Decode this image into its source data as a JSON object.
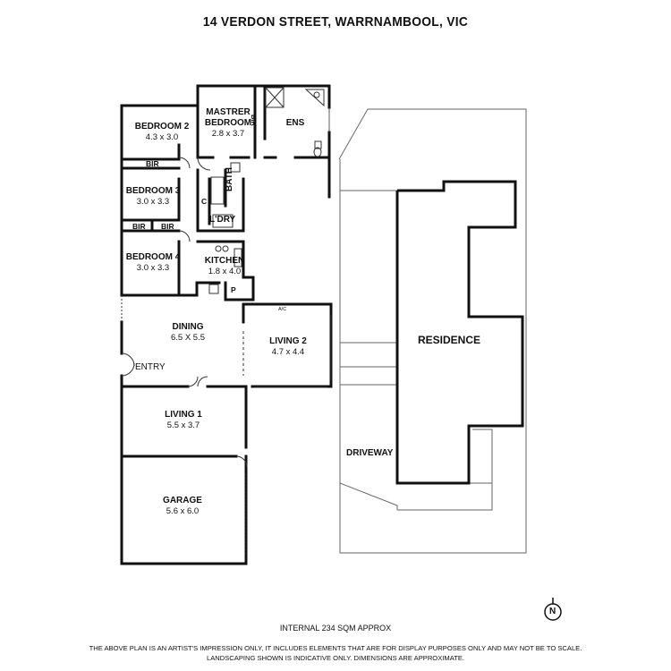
{
  "title": "14 VERDON STREET, WARRNAMBOOL, VIC",
  "rooms": {
    "master_bedroom": {
      "name_line1": "MASTRER",
      "name_line2": "BEDROOM",
      "dims": "2.8 x 3.7"
    },
    "bedroom2": {
      "name": "BEDROOM 2",
      "dims": "4.3 x 3.0"
    },
    "bedroom3": {
      "name": "BEDROOM 3",
      "dims": "3.0 x 3.3"
    },
    "bedroom4": {
      "name": "BEDROOM 4",
      "dims": "3.0 x 3.3"
    },
    "ensuite": {
      "name": "ENS"
    },
    "bath": {
      "name": "BATH"
    },
    "laundry": {
      "name": "L'DRY"
    },
    "kitchen": {
      "name": "KITCHEN",
      "dims": "1.8 x 4.0"
    },
    "dining": {
      "name": "DINING",
      "dims": "6.5 X 5.5"
    },
    "living2": {
      "name": "LIVING 2",
      "dims": "4.7 x 4.4"
    },
    "entry": {
      "name": "ENTRY"
    },
    "living1": {
      "name": "LIVING 1",
      "dims": "5.5 x 3.7"
    },
    "garage": {
      "name": "GARAGE",
      "dims": "5.6 x 6.0"
    }
  },
  "small_labels": {
    "bir_master": "BIR",
    "bir_bed2": "BIR",
    "bir_bed3": "BIR",
    "bir_bed4": "BIR",
    "cupboard": "C",
    "pantry": "P",
    "ac": "A/C"
  },
  "site": {
    "residence": "RESIDENCE",
    "driveway": "DRIVEWAY"
  },
  "compass": "N",
  "footer": {
    "area": "INTERNAL 234 SQM APPROX",
    "disclaimer1": "THE ABOVE PLAN IS AN ARTIST'S IMPRESSION ONLY, IT INCLUDES ELEMENTS THAT ARE FOR DISPLAY PURPOSES ONLY AND MAY NOT BE TO SCALE.",
    "disclaimer2": "LANDSCAPING SHOWN IS INDICATIVE ONLY. DIMENSIONS ARE APPROXIMATE."
  }
}
